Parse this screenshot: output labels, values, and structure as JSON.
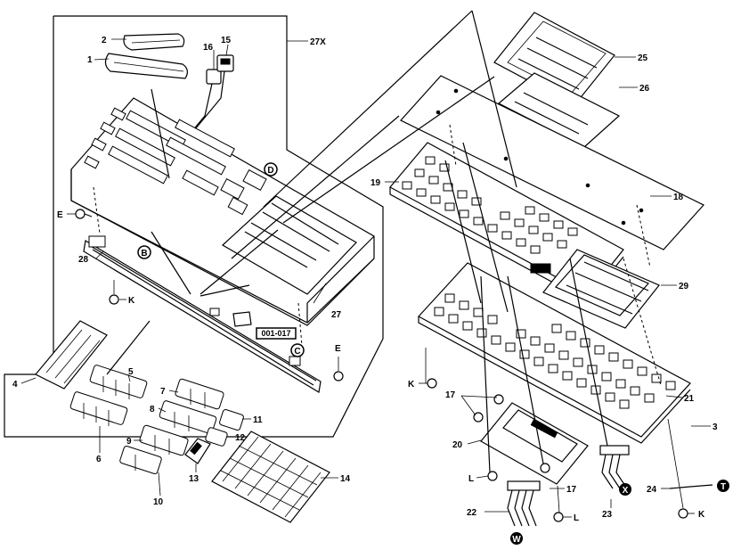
{
  "callouts": [
    {
      "id": "c1",
      "text": "1"
    },
    {
      "id": "c2",
      "text": "2"
    },
    {
      "id": "c15",
      "text": "15"
    },
    {
      "id": "c16",
      "text": "16"
    },
    {
      "id": "c27x",
      "text": "27X"
    },
    {
      "id": "c25",
      "text": "25"
    },
    {
      "id": "c26",
      "text": "26"
    },
    {
      "id": "c19",
      "text": "19"
    },
    {
      "id": "c18",
      "text": "18"
    },
    {
      "id": "cE1",
      "text": "E"
    },
    {
      "id": "c28",
      "text": "28"
    },
    {
      "id": "cK1",
      "text": "K"
    },
    {
      "id": "c27",
      "text": "27"
    },
    {
      "id": "c29",
      "text": "29"
    },
    {
      "id": "c4",
      "text": "4"
    },
    {
      "id": "c5",
      "text": "5"
    },
    {
      "id": "c7",
      "text": "7"
    },
    {
      "id": "c8",
      "text": "8"
    },
    {
      "id": "c11",
      "text": "11"
    },
    {
      "id": "c9",
      "text": "9"
    },
    {
      "id": "c12",
      "text": "12"
    },
    {
      "id": "c6",
      "text": "6"
    },
    {
      "id": "c13",
      "text": "13"
    },
    {
      "id": "c14",
      "text": "14"
    },
    {
      "id": "c10",
      "text": "10"
    },
    {
      "id": "cE2",
      "text": "E"
    },
    {
      "id": "cK2",
      "text": "K"
    },
    {
      "id": "c17a",
      "text": "17"
    },
    {
      "id": "c21",
      "text": "21"
    },
    {
      "id": "c3",
      "text": "3"
    },
    {
      "id": "c20",
      "text": "20"
    },
    {
      "id": "cL1",
      "text": "L"
    },
    {
      "id": "c17b",
      "text": "17"
    },
    {
      "id": "c22",
      "text": "22"
    },
    {
      "id": "cL2",
      "text": "L"
    },
    {
      "id": "c23",
      "text": "23"
    },
    {
      "id": "c24",
      "text": "24"
    },
    {
      "id": "cK3",
      "text": "K"
    }
  ],
  "ref_markers": {
    "D": "D",
    "B": "B",
    "C": "C",
    "X": "X",
    "T": "T",
    "W": "W"
  },
  "part_number_box": "001-017"
}
